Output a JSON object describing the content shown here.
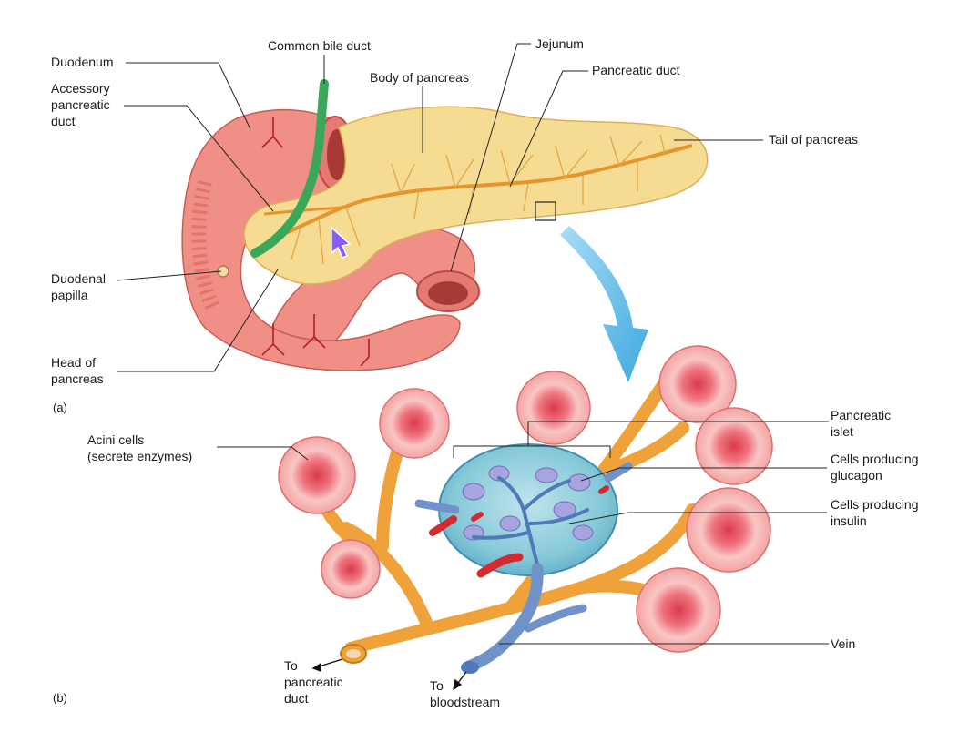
{
  "labels": {
    "duodenum": "Duodenum",
    "common_bile_duct": "Common bile duct",
    "jejunum": "Jejunum",
    "body_of_pancreas": "Body of pancreas",
    "pancreatic_duct": "Pancreatic duct",
    "accessory_duct": [
      "Accessory",
      "pancreatic",
      "duct"
    ],
    "tail_of_pancreas": "Tail of pancreas",
    "duodenal_papilla": [
      "Duodenal",
      "papilla"
    ],
    "head_of_pancreas": [
      "Head of",
      "pancreas"
    ],
    "panel_a": "(a)",
    "acini_cells": [
      "Acini cells",
      "(secrete enzymes)"
    ],
    "pancreatic_islet": [
      "Pancreatic",
      "islet"
    ],
    "cells_glucagon": [
      "Cells producing",
      "glucagon"
    ],
    "cells_insulin": [
      "Cells producing",
      "insulin"
    ],
    "vein": "Vein",
    "to_pancreatic_duct": [
      "To",
      "pancreatic",
      "duct"
    ],
    "to_bloodstream": [
      "To",
      "bloodstream"
    ],
    "panel_b": "(b)"
  },
  "colors": {
    "pancreas": "#f6dc92",
    "pancreas_edge": "#d9b05a",
    "duct": "#f0a23a",
    "duodenum": "#ef8f86",
    "duodenum_dark": "#d9594f",
    "bile_duct": "#3aa85a",
    "islet": "#86c9d8",
    "islet_edge": "#3f8fb0",
    "acinus": "#f5a8a8",
    "acinus_core": "#d93a4a",
    "vein": "#6f93c8",
    "artery": "#d42a30",
    "arrow": "#5bbde9",
    "cursor": "#8a5cf5"
  }
}
